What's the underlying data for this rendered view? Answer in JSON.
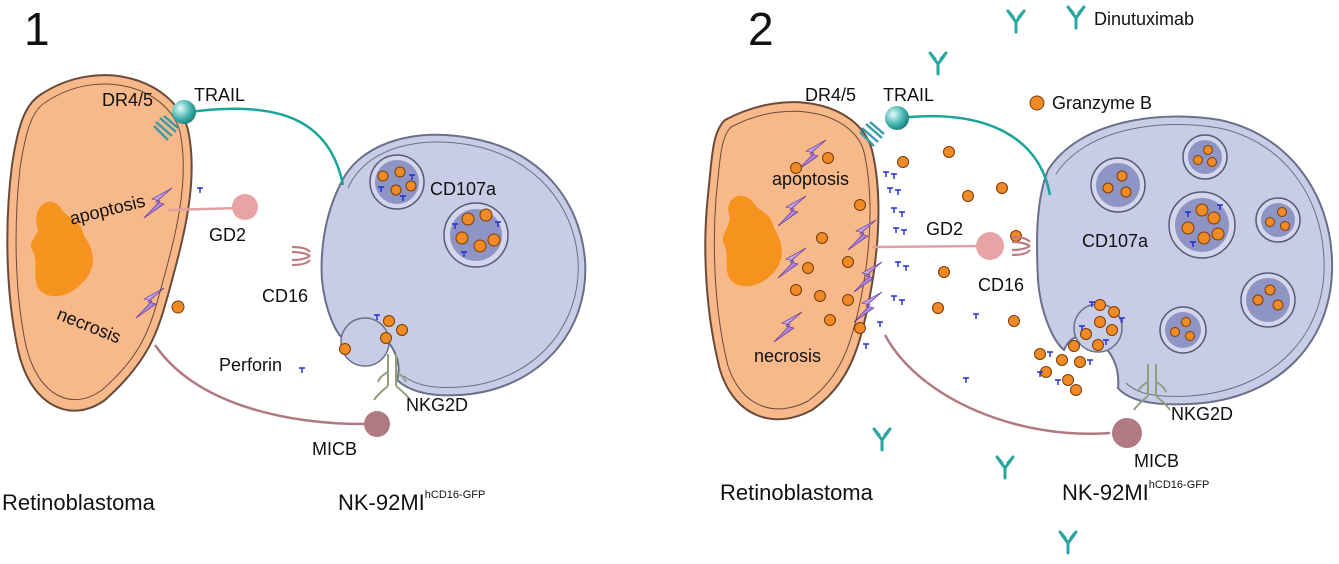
{
  "panels": [
    {
      "number": "1",
      "labels": {
        "dr45": "DR4/5",
        "trail": "TRAIL",
        "apoptosis": "apoptosis",
        "gd2": "GD2",
        "necrosis": "necrosis",
        "cd107a": "CD107a",
        "cd16": "CD16",
        "perforin": "Perforin",
        "nkg2d": "NKG2D",
        "micb": "MICB",
        "tumor_cell": "Retinoblastoma",
        "nk_cell": "NK-92MI",
        "nk_cell_sup": "hCD16-GFP"
      }
    },
    {
      "number": "2",
      "labels": {
        "dinutuximab": "Dinutuximab",
        "granzyme": "Granzyme B",
        "dr45": "DR4/5",
        "trail": "TRAIL",
        "apoptosis": "apoptosis",
        "gd2": "GD2",
        "necrosis": "necrosis",
        "cd107a": "CD107a",
        "cd16": "CD16",
        "nkg2d": "NKG2D",
        "micb": "MICB",
        "tumor_cell": "Retinoblastoma",
        "nk_cell": "NK-92MI",
        "nk_cell_sup": "hCD16-GFP"
      }
    }
  ],
  "colors": {
    "tumor_fill": "#f8b98a",
    "tumor_stroke": "#6b4a3a",
    "nucleus": "#f6921e",
    "nk_fill": "#c8cce6",
    "nk_stroke": "#6a6f8a",
    "granule_fill": "#8e94c4",
    "granzyme": "#f08a24",
    "perforin": "#1f2bd8",
    "trail_link": "#1aa59a",
    "gd2_link": "#e0a0a0",
    "micb_link": "#b07a82",
    "dinutuximab": "#2aa6a0"
  }
}
